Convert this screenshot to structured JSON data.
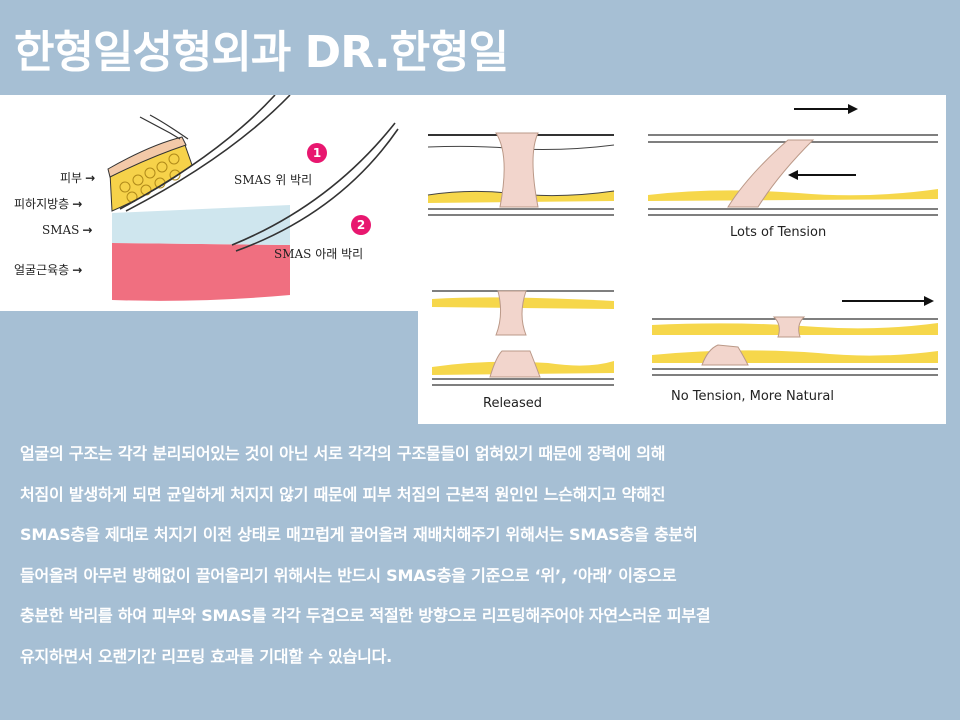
{
  "title": "한형일성형외과 DR.한형일",
  "left_diagram": {
    "labels": [
      "피부",
      "피하지방층",
      "SMAS",
      "얼굴근육층"
    ],
    "callouts": [
      {
        "num": "1",
        "text": "SMAS 위 박리"
      },
      {
        "num": "2",
        "text": "SMAS 아래 박리"
      }
    ]
  },
  "right_diagram": {
    "captions": {
      "tension": "Lots of Tension",
      "released": "Released",
      "natural": "No Tension, More Natural"
    }
  },
  "body": {
    "lines": [
      "얼굴의 구조는 각각 분리되어있는 것이 아닌 서로 각각의 구조물들이 얽혀있기 때문에 장력에 의해",
      "처짐이 발생하게 되면 균일하게 처지지 않기 때문에 피부 처짐의 근본적 원인인 느슨해지고 약해진",
      "SMAS층을 제대로 처지기 이전 상태로 매끄럽게 끌어올려 재배치해주기 위해서는 SMAS층을 충분히",
      "들어올려 아무런 방해없이 끌어올리기 위해서는 반드시 SMAS층을 기준으로 ‘위’, ‘아래’ 이중으로",
      "충분한 박리를 하여 피부와 SMAS를 각각 두겹으로 적절한 방향으로 리프팅해주어야 자연스러운 피부결",
      "유지하면서 오랜기간 리프팅 효과를 기대할 수 있습니다."
    ]
  }
}
